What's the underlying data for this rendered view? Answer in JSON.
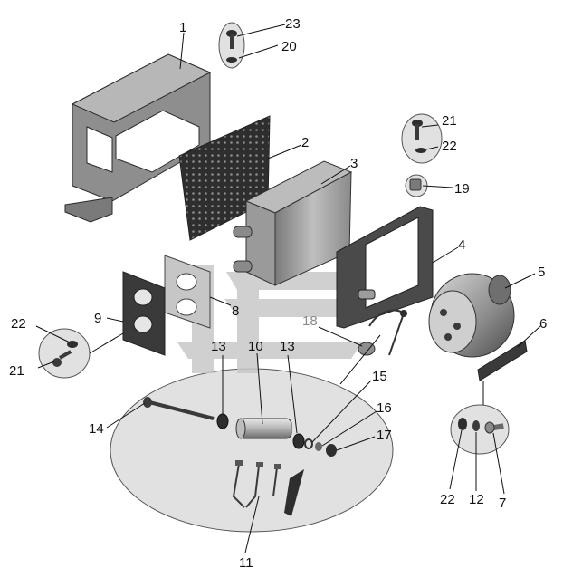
{
  "figure": {
    "callouts": [
      {
        "id": "c1",
        "label": "1"
      },
      {
        "id": "c2",
        "label": "2"
      },
      {
        "id": "c3",
        "label": "3"
      },
      {
        "id": "c4",
        "label": "4"
      },
      {
        "id": "c5",
        "label": "5"
      },
      {
        "id": "c6",
        "label": "6"
      },
      {
        "id": "c7",
        "label": "7"
      },
      {
        "id": "c8",
        "label": "8"
      },
      {
        "id": "c9",
        "label": "9"
      },
      {
        "id": "c10",
        "label": "10"
      },
      {
        "id": "c11",
        "label": "11"
      },
      {
        "id": "c12",
        "label": "12"
      },
      {
        "id": "c13a",
        "label": "13"
      },
      {
        "id": "c13b",
        "label": "13"
      },
      {
        "id": "c14",
        "label": "14"
      },
      {
        "id": "c15",
        "label": "15"
      },
      {
        "id": "c16",
        "label": "16"
      },
      {
        "id": "c17",
        "label": "17"
      },
      {
        "id": "c18",
        "label": "18"
      },
      {
        "id": "c19",
        "label": "19"
      },
      {
        "id": "c20",
        "label": "20"
      },
      {
        "id": "c21a",
        "label": "21"
      },
      {
        "id": "c21b",
        "label": "21"
      },
      {
        "id": "c22a",
        "label": "22"
      },
      {
        "id": "c22b",
        "label": "22"
      },
      {
        "id": "c22c",
        "label": "22"
      },
      {
        "id": "c23",
        "label": "23"
      }
    ],
    "colors": {
      "background": "#ffffff",
      "part_dark": "#3a3a3a",
      "part_mid": "#9a9a9a",
      "part_light": "#d2d2d2",
      "detail_zone": "#e1e1e1",
      "watermark": "#c8c8c8"
    },
    "watermark": "logo-mark"
  }
}
